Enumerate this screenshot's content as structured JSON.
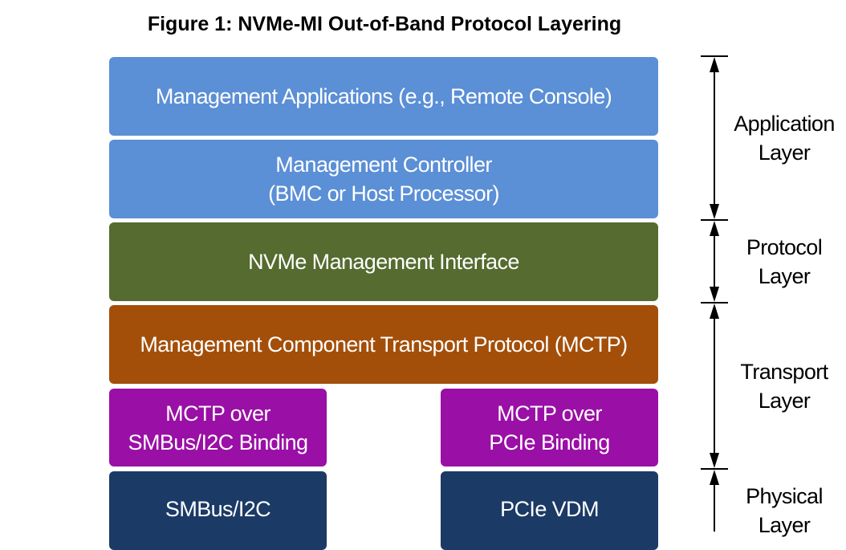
{
  "title": "Figure 1: NVMe-MI Out-of-Band Protocol Layering",
  "boxes": {
    "mgmt_apps": "Management Applications (e.g., Remote Console)",
    "mgmt_controller": {
      "line1": "Management Controller",
      "line2": "(BMC or Host Processor)"
    },
    "nvme_mi": "NVMe Management Interface",
    "mctp": "Management Component Transport Protocol (MCTP)",
    "mctp_smbus": {
      "line1": "MCTP over",
      "line2": "SMBus/I2C Binding"
    },
    "mctp_pcie": {
      "line1": "MCTP over",
      "line2": "PCIe Binding"
    },
    "smbus": "SMBus/I2C",
    "pcie_vdm": "PCIe VDM"
  },
  "layers": {
    "application": {
      "line1": "Application",
      "line2": "Layer"
    },
    "protocol": {
      "line1": "Protocol",
      "line2": "Layer"
    },
    "transport": {
      "line1": "Transport",
      "line2": "Layer"
    },
    "physical": {
      "line1": "Physical",
      "line2": "Layer"
    }
  },
  "colors": {
    "application": "#5b8fd6",
    "protocol": "#556b2f",
    "transport_mctp": "#a34f0a",
    "binding": "#9a0fa6",
    "physical": "#1b3a66"
  }
}
